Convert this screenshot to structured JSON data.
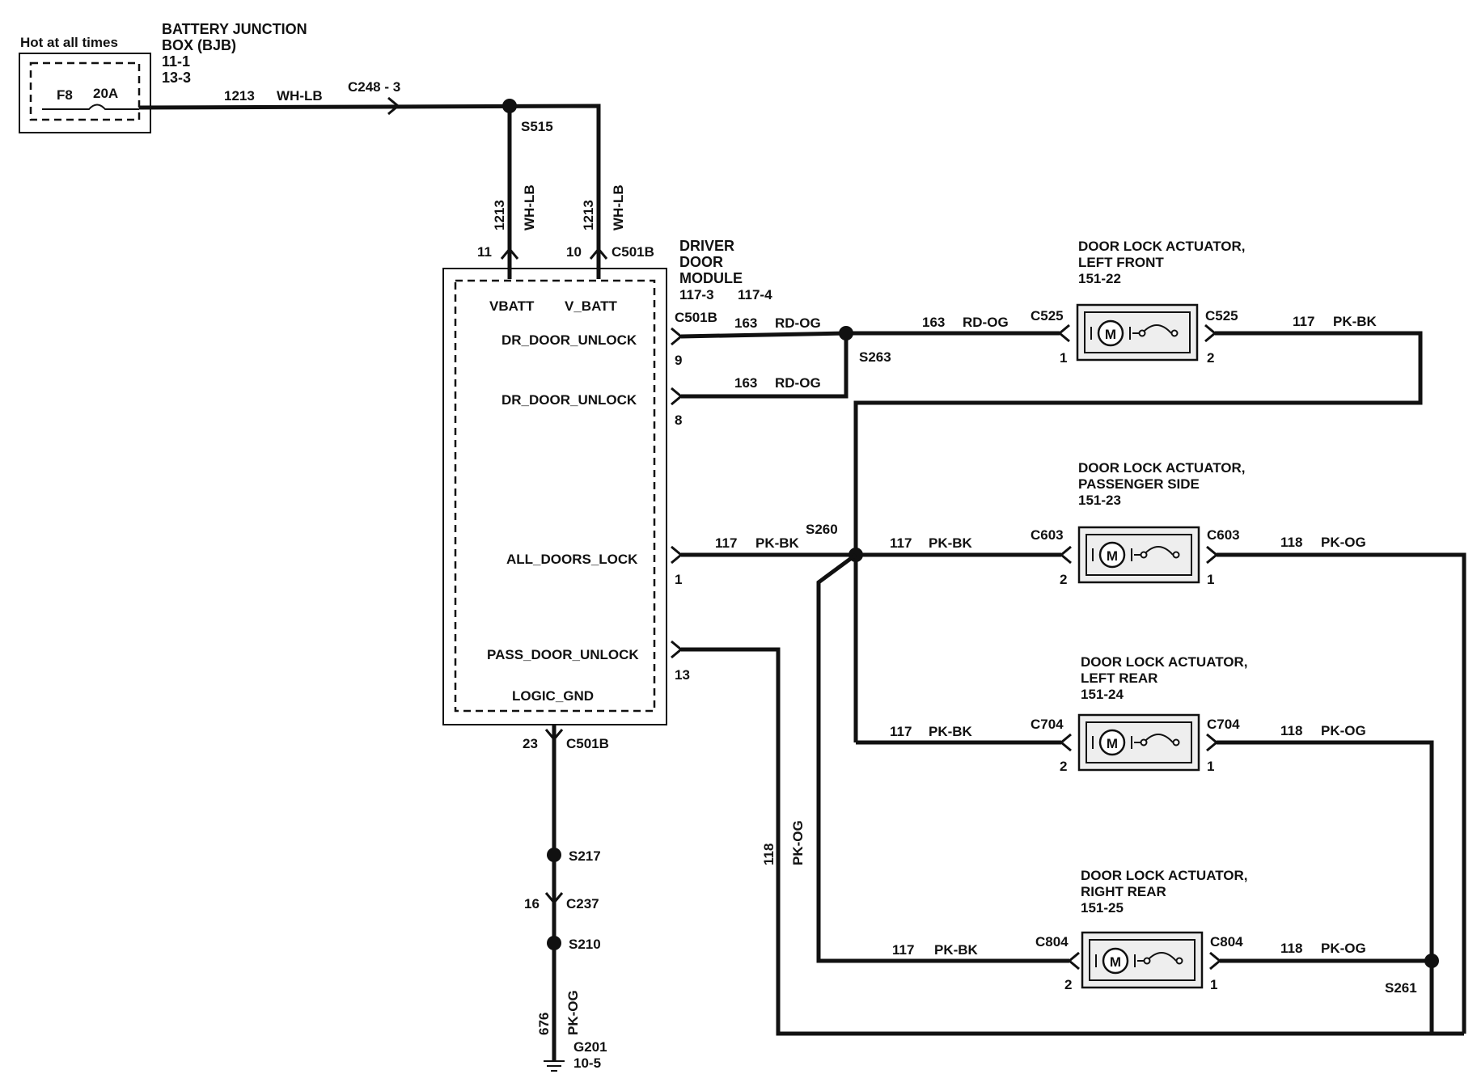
{
  "bjb": {
    "hot_label": "Hot at all times",
    "title_line1": "BATTERY   JUNCTION",
    "title_line2": "BOX (BJB)",
    "ref1": "11-1",
    "ref2": "13-3",
    "fuse_id": "F8",
    "fuse_rating": "20A"
  },
  "feed": {
    "circuit": "1213",
    "color": "WH-LB",
    "connector": "C248  -  3",
    "splice": "S515"
  },
  "module": {
    "title_line1": "DRIVER",
    "title_line2": "DOOR",
    "title_line3": "MODULE",
    "ref1": "117-3",
    "ref2": "117-4",
    "connector": "C501B",
    "pins": {
      "vbatt": {
        "label": "VBATT",
        "pin": "11",
        "circuit": "1213",
        "color": "WH-LB"
      },
      "v_batt": {
        "label": "V_BATT",
        "pin": "10",
        "circuit": "1213",
        "color": "WH-LB"
      },
      "dr_unlock_1": {
        "label": "DR_DOOR_UNLOCK",
        "pin": "9",
        "circuit": "163",
        "color": "RD-OG"
      },
      "dr_unlock_2": {
        "label": "DR_DOOR_UNLOCK",
        "pin": "8",
        "circuit": "163",
        "color": "RD-OG"
      },
      "all_lock": {
        "label": "ALL_DOORS_LOCK",
        "pin": "1",
        "circuit": "117",
        "color": "PK-BK"
      },
      "pass_unlock": {
        "label": "PASS_DOOR_UNLOCK",
        "pin": "13",
        "circuit": "118",
        "color": "PK-OG"
      },
      "logic_gnd": {
        "label": "LOGIC_GND",
        "pin": "23"
      }
    }
  },
  "splices": {
    "s263": "S263",
    "s260": "S260",
    "s261": "S261",
    "s217": "S217",
    "s210": "S210"
  },
  "ground": {
    "connector": "C237",
    "connector_pin": "16",
    "circuit": "676",
    "color": "PK-OG",
    "ground_id": "G201",
    "ref": "10-5"
  },
  "actuators": [
    {
      "line1": "DOOR LOCK    ACTUATOR,",
      "line2": "LEFT FRONT",
      "ref": "151-22",
      "conn": "C525",
      "left_pin": "1",
      "right_pin": "2",
      "left_circuit": "163",
      "left_color": "RD-OG",
      "right_circuit": "117",
      "right_color": "PK-BK",
      "motor": "M"
    },
    {
      "line1": "DOOR LOCK    ACTUATOR,",
      "line2": "PASSENGER SIDE",
      "ref": "151-23",
      "conn": "C603",
      "left_pin": "2",
      "right_pin": "1",
      "left_circuit": "117",
      "left_color": "PK-BK",
      "right_circuit": "118",
      "right_color": "PK-OG",
      "motor": "M"
    },
    {
      "line1": "DOOR LOCK    ACTUATOR,",
      "line2": "LEFT REAR",
      "ref": "151-24",
      "conn": "C704",
      "left_pin": "2",
      "right_pin": "1",
      "left_circuit": "117",
      "left_color": "PK-BK",
      "right_circuit": "118",
      "right_color": "PK-OG",
      "motor": "M"
    },
    {
      "line1": "DOOR LOCK    ACTUATOR,",
      "line2": "RIGHT REAR",
      "ref": "151-25",
      "conn": "C804",
      "left_pin": "2",
      "right_pin": "1",
      "left_circuit": "117",
      "left_color": "PK-BK",
      "right_circuit": "118",
      "right_color": "PK-OG",
      "motor": "M"
    }
  ]
}
